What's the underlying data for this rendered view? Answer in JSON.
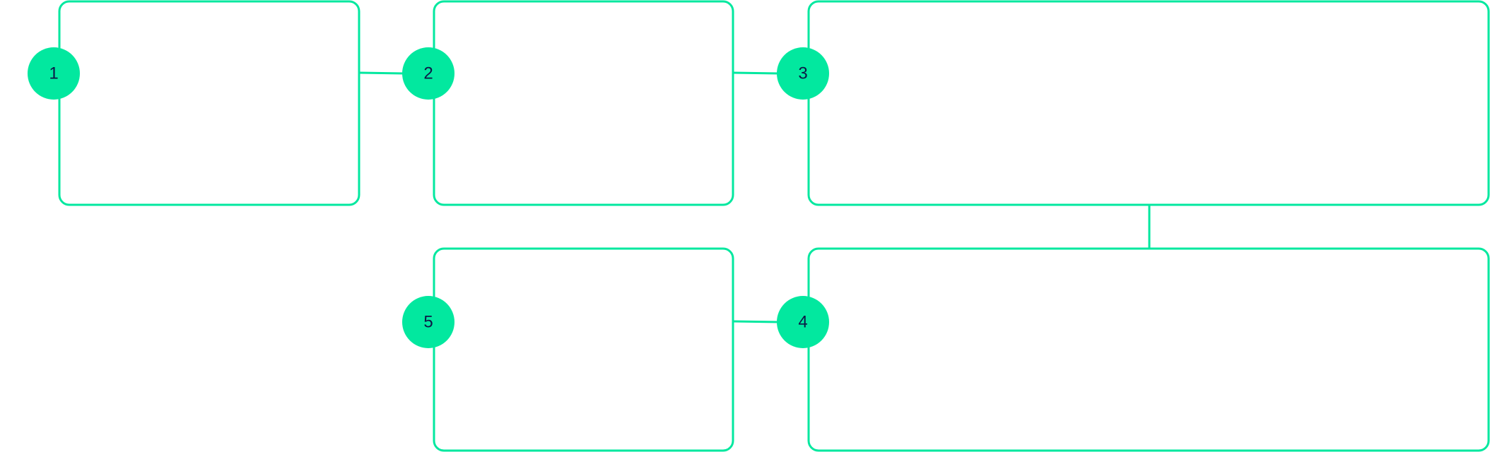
{
  "colors": {
    "accent": "#02e89f",
    "number": "#0d1846",
    "box_fill": "#ffffff"
  },
  "steps": [
    {
      "label": "1"
    },
    {
      "label": "2"
    },
    {
      "label": "3"
    },
    {
      "label": "4"
    },
    {
      "label": "5"
    }
  ]
}
